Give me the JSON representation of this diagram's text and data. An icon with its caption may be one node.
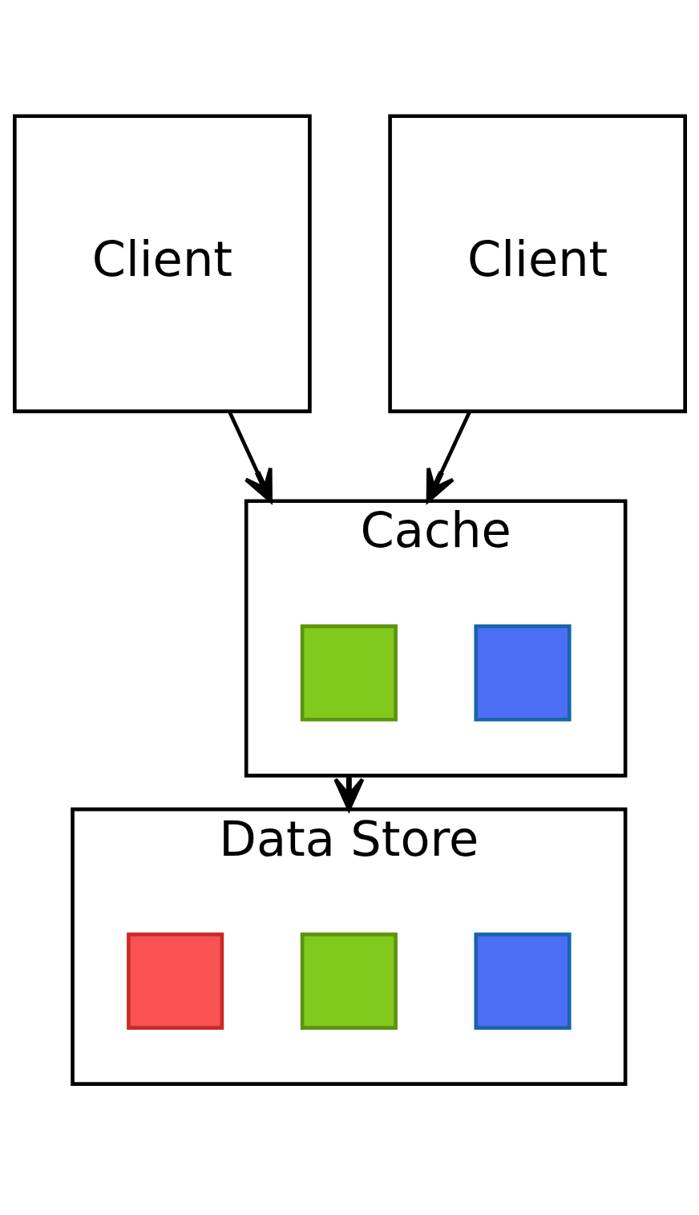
{
  "diagram": {
    "nodes": [
      {
        "text": [
          "Client"
        ]
      },
      {
        "text": [
          "Client"
        ]
      },
      {
        "text": [
          "Cache"
        ]
      },
      {
        "text": [],
        "shape": "box",
        "in": 2
      },
      {
        "text": [],
        "shape": "box",
        "in": 2
      },
      {
        "text": [
          "Data Store"
        ]
      },
      {
        "text": [],
        "shape": "box",
        "in": 5
      },
      {
        "text": [],
        "shape": "box",
        "in": 5
      },
      {
        "text": [],
        "shape": "box",
        "in": 5
      }
    ],
    "edges": [
      {
        "from": 0,
        "to": 2,
        "arrow": "to"
      },
      {
        "from": 1,
        "to": 2,
        "arrow": "to"
      },
      {
        "from": 2,
        "to": 5,
        "arrow": "to"
      }
    ]
  }
}
